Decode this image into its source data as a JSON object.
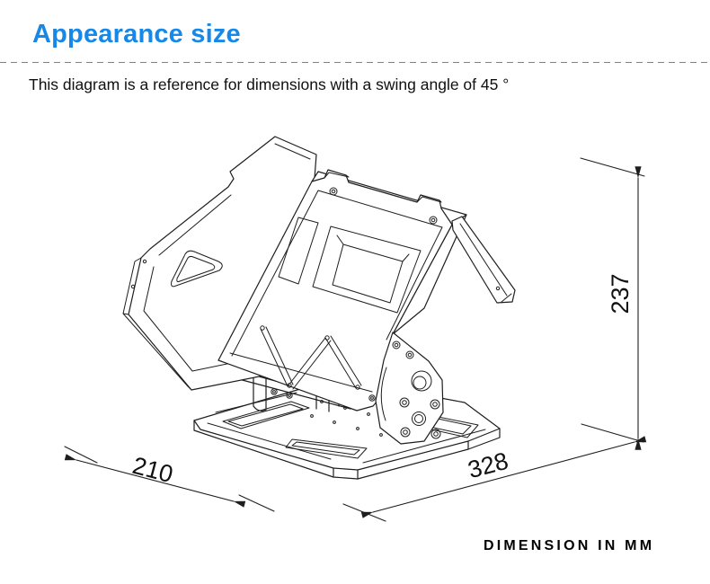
{
  "header": {
    "title": "Appearance size",
    "title_color": "#1788e8"
  },
  "description": "This diagram is a reference for dimensions with a swing angle of 45 °",
  "diagram": {
    "type": "isometric technical drawing of pan-tilt gimbal mount",
    "dims": {
      "height_mm": "237",
      "depth_mm": "210",
      "width_mm": "328"
    },
    "unit_note": "DIMENSION IN MM",
    "line_color": "#1e1e1e"
  }
}
